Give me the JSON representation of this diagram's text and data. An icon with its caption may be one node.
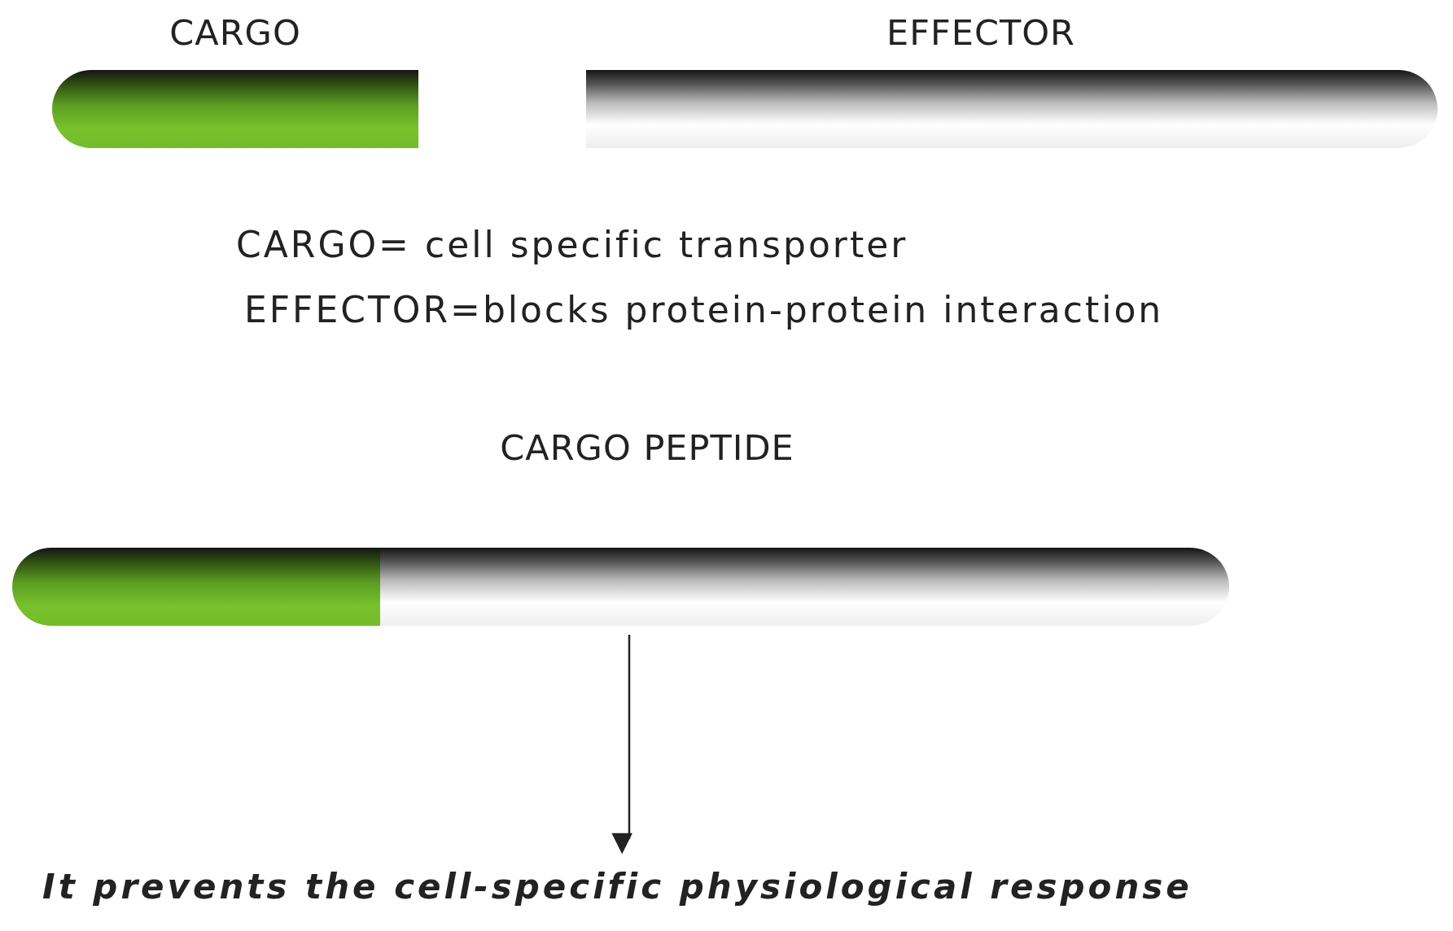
{
  "diagram": {
    "nodes": [
      {
        "text": [
          "CARGO"
        ]
      },
      {
        "text": [
          "EFFECTOR"
        ]
      },
      {
        "text": [
          "CARGO PEPTIDE"
        ]
      },
      {
        "text": [
          "It prevents the cell-specific physiological response"
        ]
      }
    ],
    "edges": [
      {
        "from": 2,
        "to": 3,
        "arrow": "to"
      }
    ],
    "labels": [
      "CARGO= cell specific transporter",
      "EFFECTOR=blocks protein-protein interaction"
    ]
  }
}
